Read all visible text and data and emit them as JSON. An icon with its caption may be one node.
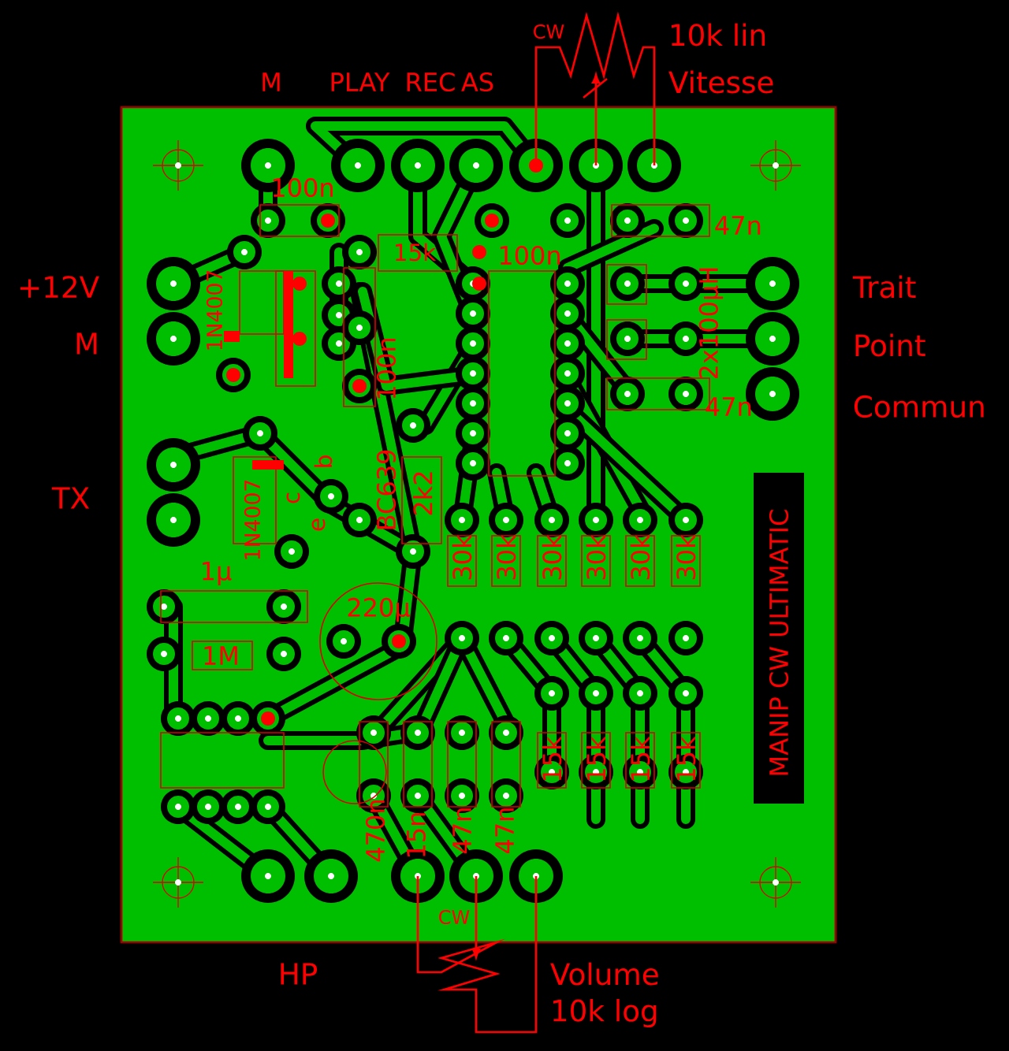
{
  "diagram": {
    "labels": [
      "CW",
      "10k lin",
      "M",
      "PLAY",
      "REC",
      "AS",
      "Vitesse",
      "100n",
      "47n",
      "15k",
      "100n",
      "+12V",
      "Trait",
      "1N4007",
      "100n",
      "2x100µH",
      "M",
      "Point",
      "47n",
      "Commun",
      "TX",
      "1N4007",
      "b",
      "c",
      "e",
      "BC639",
      "2k2",
      "30k",
      "30k",
      "30k",
      "30k",
      "30k",
      "30k",
      "MANIP CW ULTIMATIC",
      "1µ",
      "220µ",
      "1M",
      "15k",
      "15k",
      "15k",
      "15k",
      "470n",
      "15n",
      "47n",
      "47n",
      "CW",
      "HP",
      "Volume",
      "10k log"
    ]
  }
}
